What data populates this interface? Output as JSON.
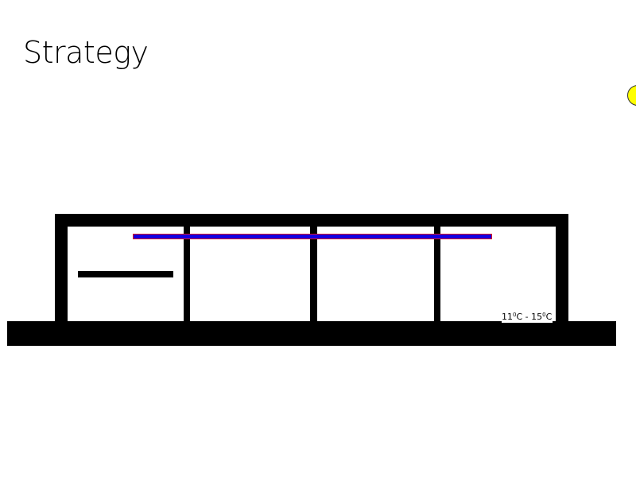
{
  "title": "Strategy",
  "temperature": {
    "low": "11",
    "high": "15",
    "degree_mark": "0",
    "unit": "C",
    "separator": " - "
  },
  "colors": {
    "pipe_fill": "#1400e0",
    "pipe_border": "#e01020",
    "sun": "#ffff00",
    "structure": "#000000"
  }
}
